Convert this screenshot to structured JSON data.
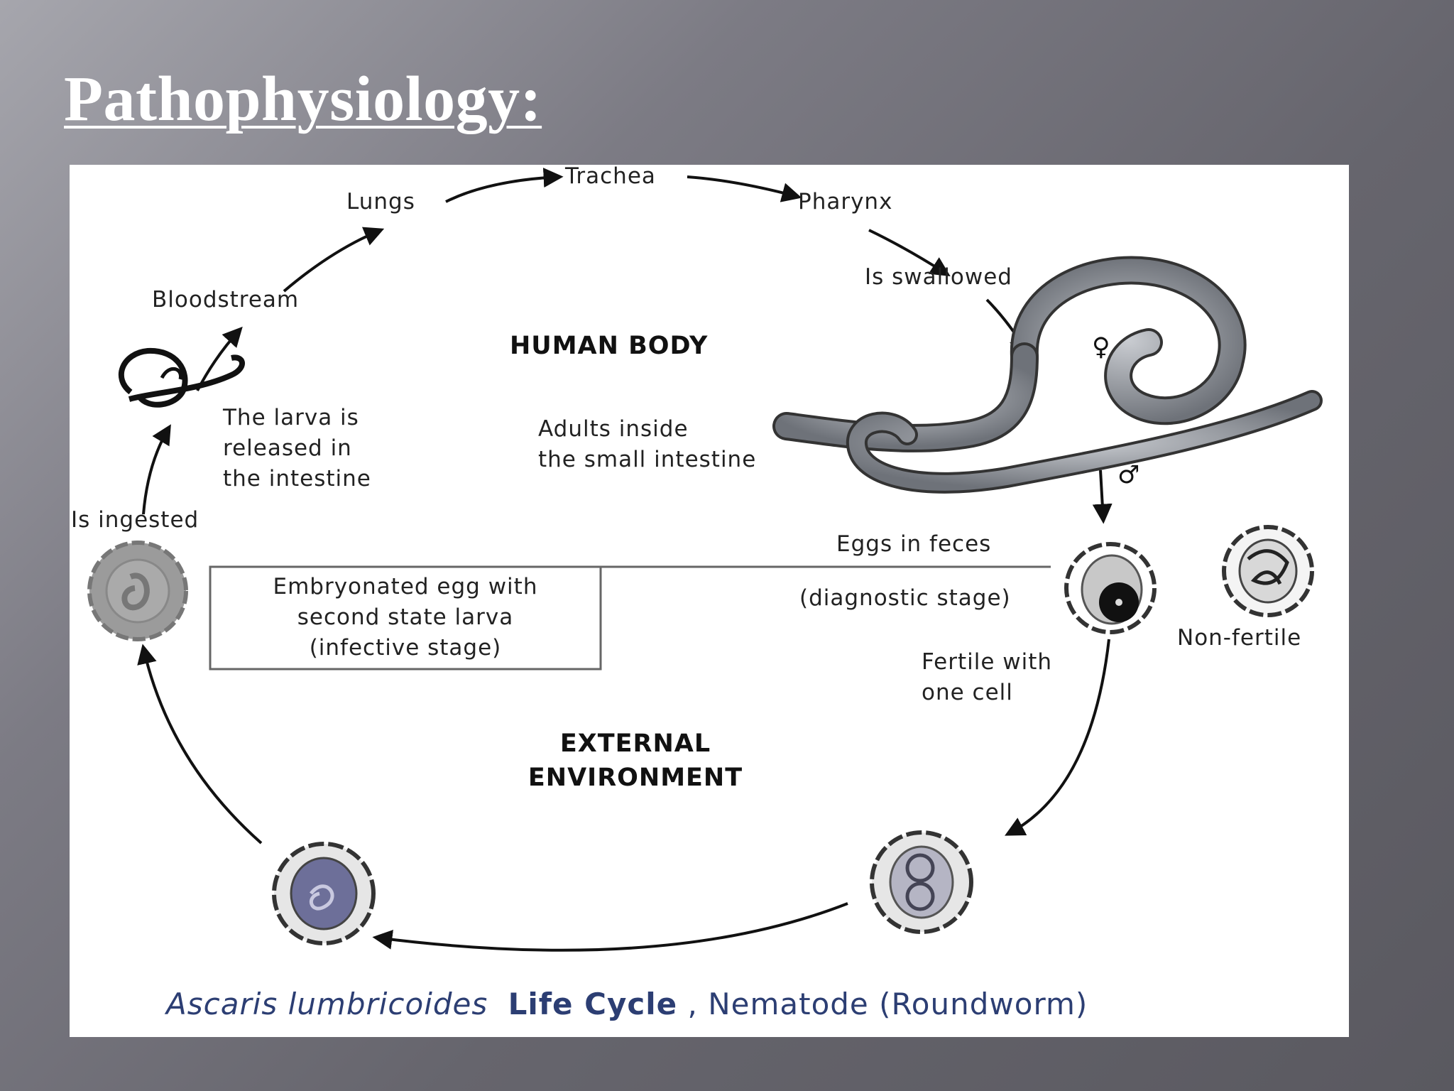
{
  "slide": {
    "title": "Pathophysiology:"
  },
  "diagram": {
    "labels": {
      "trachea": "Trachea",
      "lungs": "Lungs",
      "pharynx": "Pharynx",
      "is_swallowed": "Is swallowed",
      "bloodstream": "Bloodstream",
      "human_body": "HUMAN BODY",
      "larva_line1": "The larva is",
      "larva_line2": "released in",
      "larva_line3": "the intestine",
      "adults_line1": "Adults inside",
      "adults_line2": "the small intestine",
      "is_ingested": "Is ingested",
      "eggs_in_feces": "Eggs in feces",
      "diagnostic_stage": "(diagnostic stage)",
      "embryonated_line1": "Embryonated egg with",
      "embryonated_line2": "second state larva",
      "embryonated_line3": "(infective stage)",
      "non_fertile": "Non-fertile",
      "fertile_line1": "Fertile with",
      "fertile_line2": "one cell",
      "external_line1": "EXTERNAL",
      "external_line2": "ENVIRONMENT",
      "female_symbol": "♀",
      "male_symbol": "♂"
    },
    "caption": {
      "species": "Ascaris lumbricoides",
      "life_cycle": "Life Cycle",
      "rest": ", Nematode (Roundworm)"
    },
    "colors": {
      "caption_blue": "#2c3e73",
      "worm_fill": "#8e9299",
      "egg_shell": "#9a9a9a"
    }
  }
}
